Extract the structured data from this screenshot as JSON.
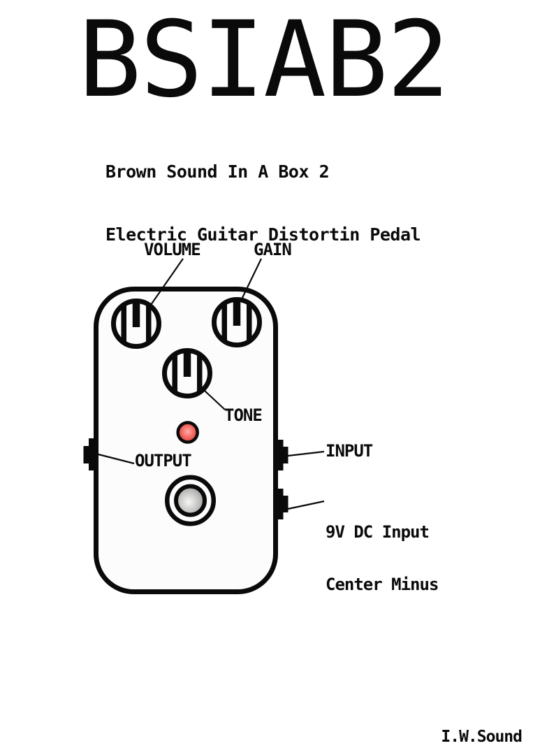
{
  "header": {
    "title": "BSIAB2",
    "subtitle_line1": "Brown Sound In A Box 2",
    "subtitle_line2": "Electric Guitar Distortin Pedal"
  },
  "pedal": {
    "knobs": [
      {
        "id": "volume",
        "label": "VOLUME"
      },
      {
        "id": "gain",
        "label": "GAIN"
      },
      {
        "id": "tone",
        "label": "TONE"
      }
    ],
    "jacks": {
      "output_label": "OUTPUT",
      "input_label": "INPUT",
      "dc_label_line1": "9V DC Input",
      "dc_label_line2": "Center Minus"
    },
    "colors": {
      "outline": "#0a0a0a",
      "body_fill": "#fcfcfc",
      "led_core": "#ffada6",
      "led_mid": "#f0625b",
      "led_edge": "#c8342e",
      "switch_core": "#f6f6f4",
      "switch_mid": "#bfbfbd",
      "switch_edge": "#8b8b89"
    }
  },
  "footer": {
    "credit": "I.W.Sound"
  }
}
